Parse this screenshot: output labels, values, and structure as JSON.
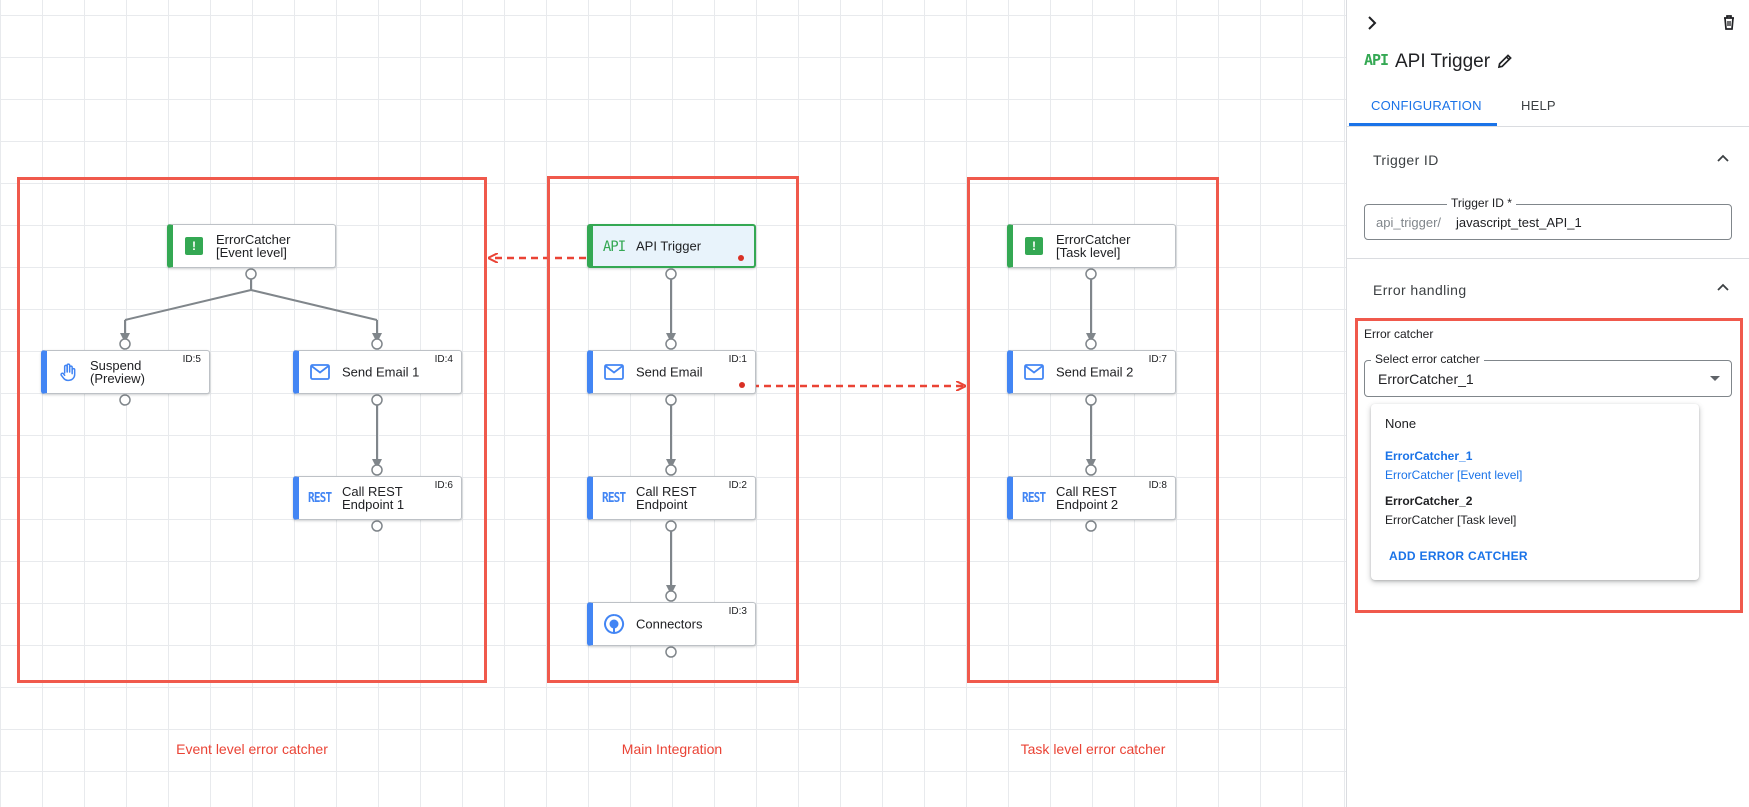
{
  "canvas": {
    "groups": [
      {
        "caption": "Event level error catcher"
      },
      {
        "caption": "Main Integration"
      },
      {
        "caption": "Task level error catcher"
      }
    ],
    "nodes": {
      "error_catcher_event": {
        "label": "ErrorCatcher\n[Event level]",
        "icon": "error-catcher-icon"
      },
      "suspend": {
        "label": "Suspend\n(Preview)",
        "id": "ID:5",
        "icon": "hand-icon"
      },
      "send_email_1": {
        "label": "Send Email 1",
        "id": "ID:4",
        "icon": "mail-icon"
      },
      "call_rest_1": {
        "label": "Call REST\nEndpoint 1",
        "id": "ID:6",
        "icon": "rest-icon",
        "icon_text": "REST"
      },
      "api_trigger": {
        "label": "API Trigger",
        "icon": "api-icon",
        "icon_text": "API"
      },
      "send_email": {
        "label": "Send Email",
        "id": "ID:1",
        "icon": "mail-icon"
      },
      "call_rest": {
        "label": "Call REST\nEndpoint",
        "id": "ID:2",
        "icon": "rest-icon",
        "icon_text": "REST"
      },
      "connectors": {
        "label": "Connectors",
        "id": "ID:3",
        "icon": "connectors-icon"
      },
      "error_catcher_task": {
        "label": "ErrorCatcher\n[Task level]",
        "icon": "error-catcher-icon"
      },
      "send_email_2": {
        "label": "Send Email 2",
        "id": "ID:7",
        "icon": "mail-icon"
      },
      "call_rest_2": {
        "label": "Call REST\nEndpoint 2",
        "id": "ID:8",
        "icon": "rest-icon",
        "icon_text": "REST"
      }
    },
    "error_catcher_icon_glyph": "!"
  },
  "panel": {
    "header": {
      "icon_text": "API",
      "title": "API Trigger"
    },
    "tabs": [
      {
        "label": "CONFIGURATION",
        "active": true
      },
      {
        "label": "HELP",
        "active": false
      }
    ],
    "trigger_section": {
      "title": "Trigger ID",
      "field_label": "Trigger ID *",
      "prefix": "api_trigger/",
      "value": "javascript_test_API_1"
    },
    "error_section": {
      "title": "Error handling",
      "subtitle": "Error catcher",
      "select_label": "Select error catcher",
      "selected": "ErrorCatcher_1",
      "options": [
        {
          "title": "None",
          "subtitle": ""
        },
        {
          "title": "ErrorCatcher_1",
          "subtitle": "ErrorCatcher [Event level]",
          "selected": true
        },
        {
          "title": "ErrorCatcher_2",
          "subtitle": "ErrorCatcher [Task level]"
        }
      ],
      "add_label": "ADD ERROR CATCHER"
    }
  },
  "colors": {
    "accent": "#1a73e8",
    "highlight": "#ea4335",
    "trigger_green": "#34a853",
    "task_blue": "#4285f4"
  }
}
